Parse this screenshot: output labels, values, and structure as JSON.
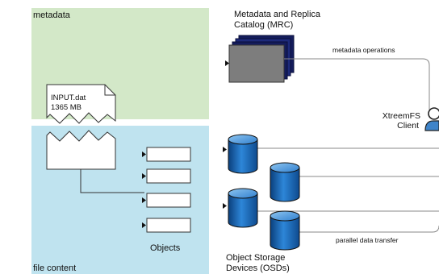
{
  "regions": {
    "metadata_label": "metadata",
    "file_content_label": "file content"
  },
  "file": {
    "name": "INPUT.dat",
    "size": "1365 MB"
  },
  "objects_label": "Objects",
  "mrc": {
    "title_line1": "Metadata and Replica",
    "title_line2": "Catalog (MRC)"
  },
  "client": {
    "title_line1": "XtreemFS",
    "title_line2": "Client"
  },
  "osd": {
    "title_line1": "Object Storage",
    "title_line2": "Devices (OSDs)"
  },
  "links": {
    "metadata_operations": "metadata operations",
    "parallel_data_transfer": "parallel data transfer"
  },
  "colors": {
    "metadata_bg": "#d3e8c8",
    "content_bg": "#bfe3ef",
    "osd_blue": "#1f6fc1",
    "osd_dark": "#0b3f7c",
    "stack_navy": "#141c5c",
    "client_blue": "#3f84c9"
  }
}
